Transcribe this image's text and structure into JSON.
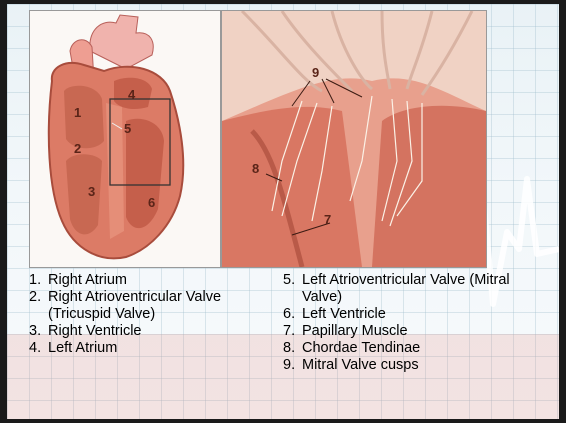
{
  "diagram_labels": {
    "left": [
      "1",
      "2",
      "3",
      "4",
      "5",
      "6"
    ],
    "right": [
      "9",
      "8",
      "7"
    ]
  },
  "legend_left": [
    {
      "num": "1.",
      "text": "Right Atrium"
    },
    {
      "num": "2.",
      "text": "Right Atrioventricular Valve (Tricuspid Valve)"
    },
    {
      "num": "3.",
      "text": "Right Ventricle"
    },
    {
      "num": "4.",
      "text": "Left Atrium"
    }
  ],
  "legend_right": [
    {
      "num": "5.",
      "text": "Left Atrioventricular Valve (Mitral Valve)"
    },
    {
      "num": "6.",
      "text": "Left Ventricle"
    },
    {
      "num": "7.",
      "text": "Papillary Muscle"
    },
    {
      "num": "8.",
      "text": "Chordae Tendinae"
    },
    {
      "num": "9.",
      "text": "Mitral Valve cusps"
    }
  ],
  "colors": {
    "ecg_line": "#ffffff",
    "heart_wall": "#d9735e",
    "heart_inner": "#c65a46",
    "aorta": "#f2b7b0"
  }
}
